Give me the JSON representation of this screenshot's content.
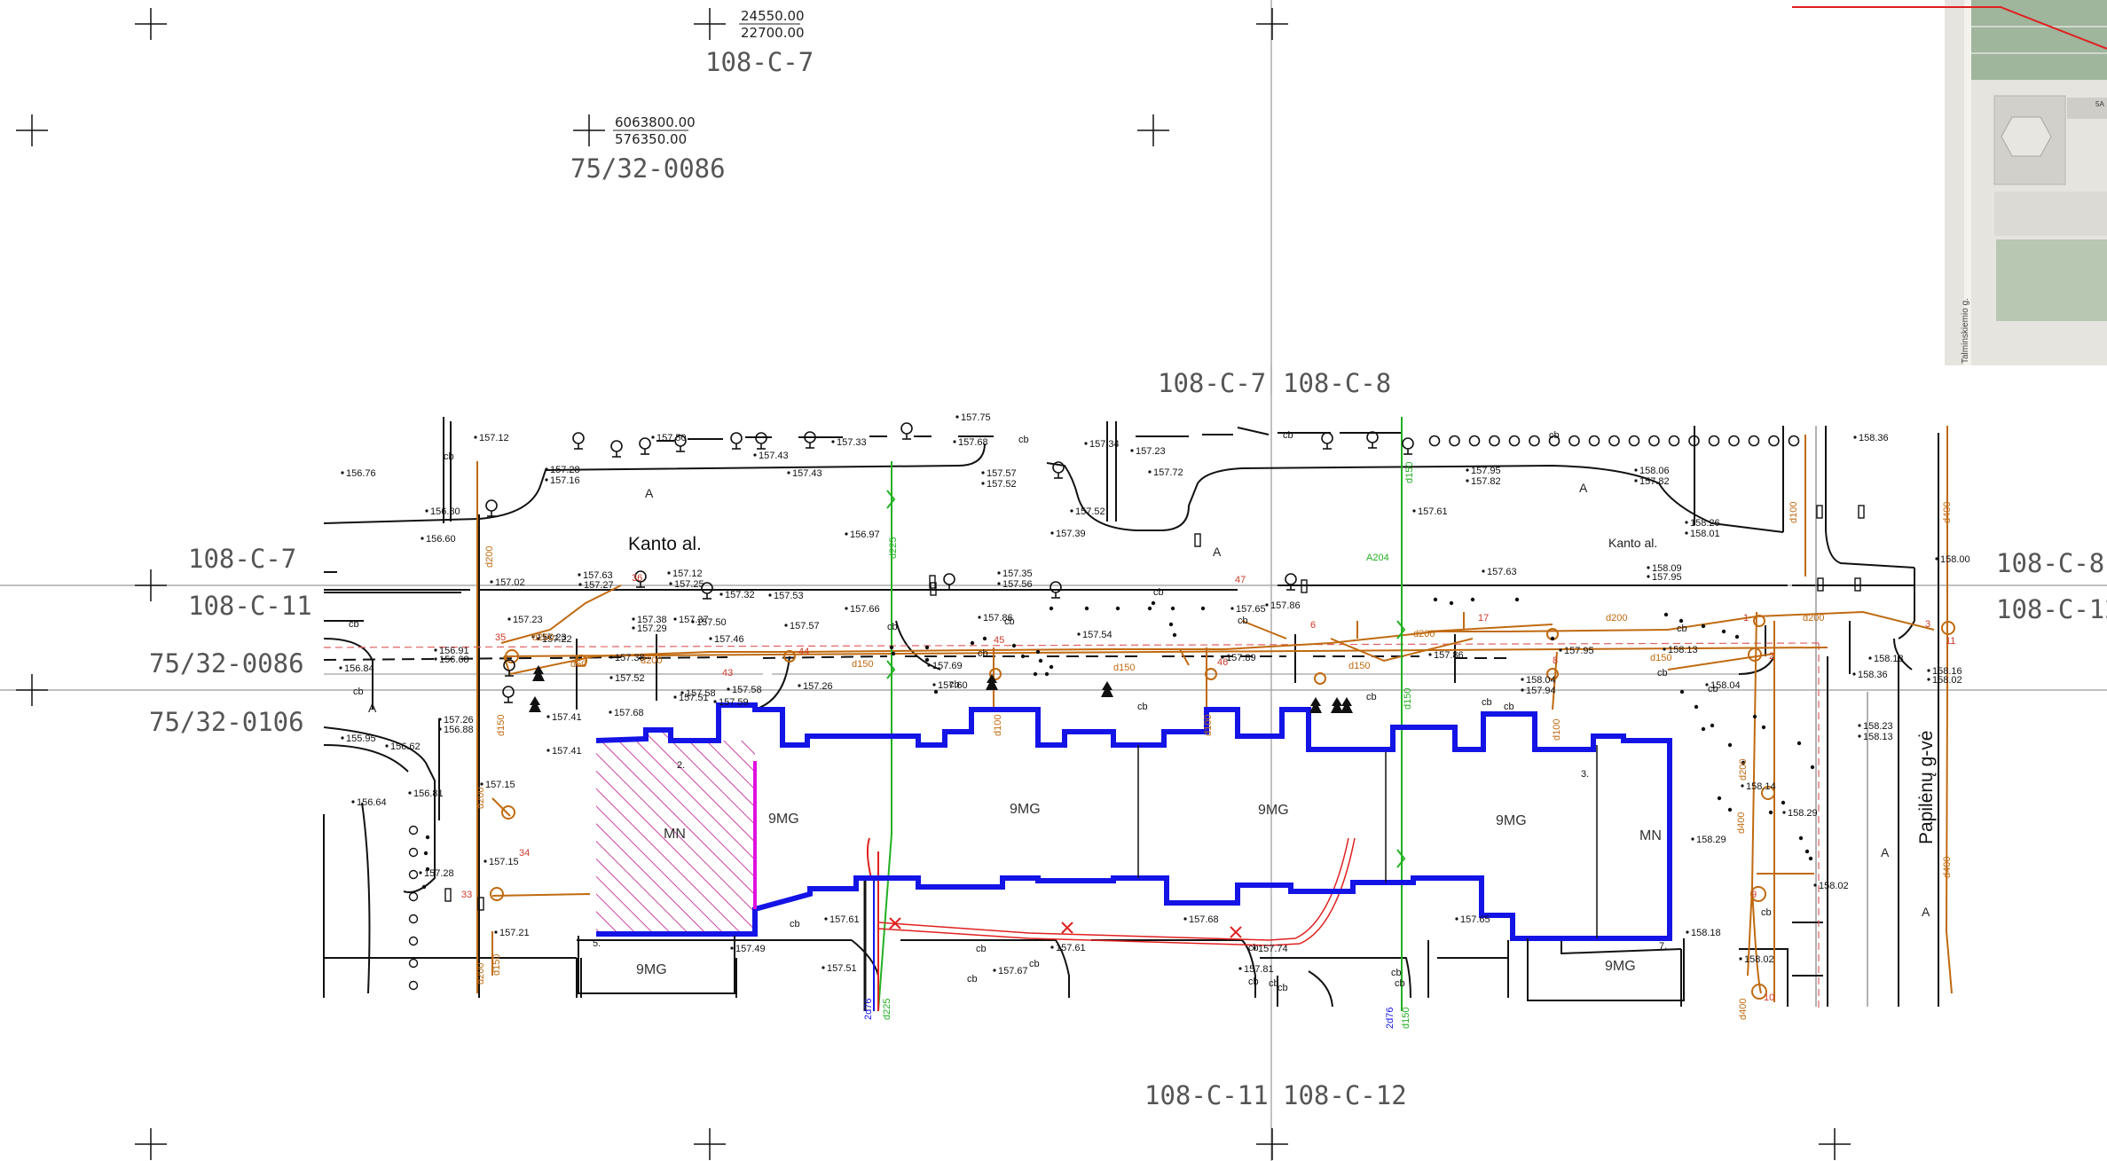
{
  "title_block": {
    "coord_top": "24550.00",
    "coord_bottom": "22700.00",
    "sheet": "108-C-7",
    "coord2_top": "6063800.00",
    "coord2_bottom": "576350.00",
    "sheet2": "75/32-0086"
  },
  "sheet_labels": {
    "upper_left": "108-C-7",
    "upper_right": "108-C-8",
    "lower_left": "108-C-11",
    "lower_right": "108-C-12",
    "left_top": "108-C-7",
    "left_mid": "108-C-11",
    "left_b1": "75/32-0086",
    "left_b2": "75/32-0106",
    "right_top": "108-C-8",
    "right_mid": "108-C-12"
  },
  "streets": {
    "kanto_main": "Kanto al.",
    "kanto_east": "Kanto al.",
    "papileny": "Papilėnų g-vė",
    "inset_street": "Talminskiemio g."
  },
  "zones": [
    "A",
    "A",
    "A",
    "A",
    "A",
    "A"
  ],
  "buildings": {
    "mn_left": "MN",
    "mn_right": "MN",
    "mg1": "9MG",
    "mg2": "9MG",
    "mg3": "9MG",
    "mg4": "9MG",
    "mg_bottom_left": "9MG",
    "mg_bottom_right": "9MG"
  },
  "corners": [
    "2.",
    "3.",
    "5.",
    "7."
  ],
  "elevations_top": [
    "157.12",
    "156.76",
    "157.28",
    "157.16",
    "157.50",
    "157.43",
    "157.43",
    "157.33",
    "157.75",
    "157.68",
    "157.57",
    "157.52",
    "157.34",
    "157.23",
    "157.72",
    "157.95",
    "157.82",
    "158.36",
    "158.06",
    "157.82",
    "156.80",
    "156.60",
    "156.97",
    "157.39",
    "157.52",
    "157.61",
    "158.26",
    "158.01",
    "158.00"
  ],
  "elevations_mid": [
    "157.02",
    "157.23",
    "157.63",
    "157.27",
    "157.12",
    "157.25",
    "157.32",
    "157.53",
    "157.35",
    "157.56",
    "157.66",
    "157.86",
    "157.65",
    "157.86",
    "157.63",
    "158.09",
    "157.95",
    "157.38",
    "157.29",
    "157.23",
    "157.37",
    "157.50",
    "157.57",
    "157.22",
    "157.38",
    "157.52",
    "157.46",
    "157.58",
    "157.51",
    "157.59",
    "157.68",
    "157.26",
    "157.58",
    "157.69",
    "157.60",
    "157.54",
    "157.89",
    "157.86",
    "157.95",
    "158.04",
    "157.94",
    "158.13",
    "158.13",
    "158.04",
    "156.91",
    "156.68",
    "156.84"
  ],
  "elevations_low": [
    "157.26",
    "156.88",
    "157.41",
    "157.41",
    "155.95",
    "156.62",
    "156.64",
    "156.81",
    "157.15",
    "157.15",
    "157.28",
    "157.21",
    "157.49",
    "157.61",
    "157.51",
    "157.61",
    "157.67",
    "157.68",
    "157.74",
    "157.81",
    "157.65",
    "158.29",
    "158.14",
    "158.29",
    "158.02",
    "158.18",
    "158.02",
    "158.23",
    "158.13",
    "158.16",
    "158.02",
    "158.36"
  ],
  "utilities": {
    "pipe_d200": "d200",
    "pipe_d150": "d150",
    "pipe_d50": "d50",
    "pipe_d100": "d100",
    "pipe_d400": "d400",
    "green_lbl1": "d225",
    "green_lbl2": "d150",
    "green_lbl3": "2d76",
    "green_lbl4": "A204",
    "green_lbl5": "2d76",
    "green_lbl6": "d150"
  },
  "survey_numbers": [
    "36",
    "35",
    "34",
    "33",
    "43",
    "44",
    "45",
    "46",
    "47",
    "17",
    "6",
    "8",
    "1",
    "2",
    "9",
    "10",
    "11",
    "3"
  ],
  "cb": "cb",
  "colors": {
    "building_outline": "#1414e6",
    "mn_fill": "#c0148c",
    "utility_orange": "#c06a10",
    "utility_green": "#22b022",
    "demolish_red": "#e02020",
    "grid": "#9a9a9a"
  }
}
